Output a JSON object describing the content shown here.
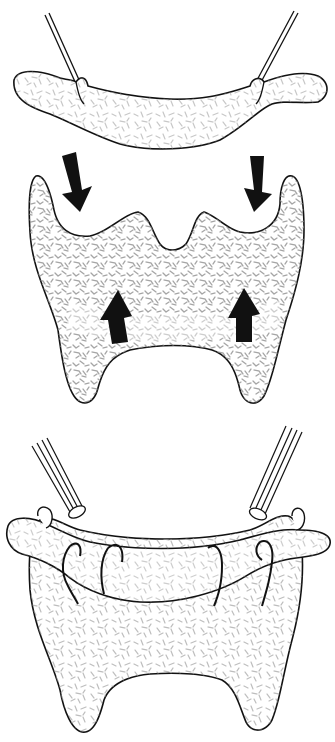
{
  "figure": {
    "panels": [
      {
        "id": "top",
        "pieces": [
          "upper-bone-fragment",
          "lower-bone-fragment"
        ],
        "elements": [
          "left-k-wire",
          "right-k-wire",
          "down-arrow-left",
          "down-arrow-right",
          "up-arrow-left",
          "up-arrow-right"
        ],
        "arrow_color": "#111111"
      },
      {
        "id": "bottom",
        "pieces": [
          "assembled-bone",
          "bone-strut"
        ],
        "elements": [
          "left-pin-bundle",
          "right-pin-bundle",
          "cerclage-wire-1",
          "cerclage-wire-2",
          "cerclage-wire-3",
          "cerclage-wire-4"
        ]
      }
    ],
    "colors": {
      "outline": "#111111",
      "bone_fill": "#ffffff",
      "texture": "#9a9a9a"
    }
  }
}
